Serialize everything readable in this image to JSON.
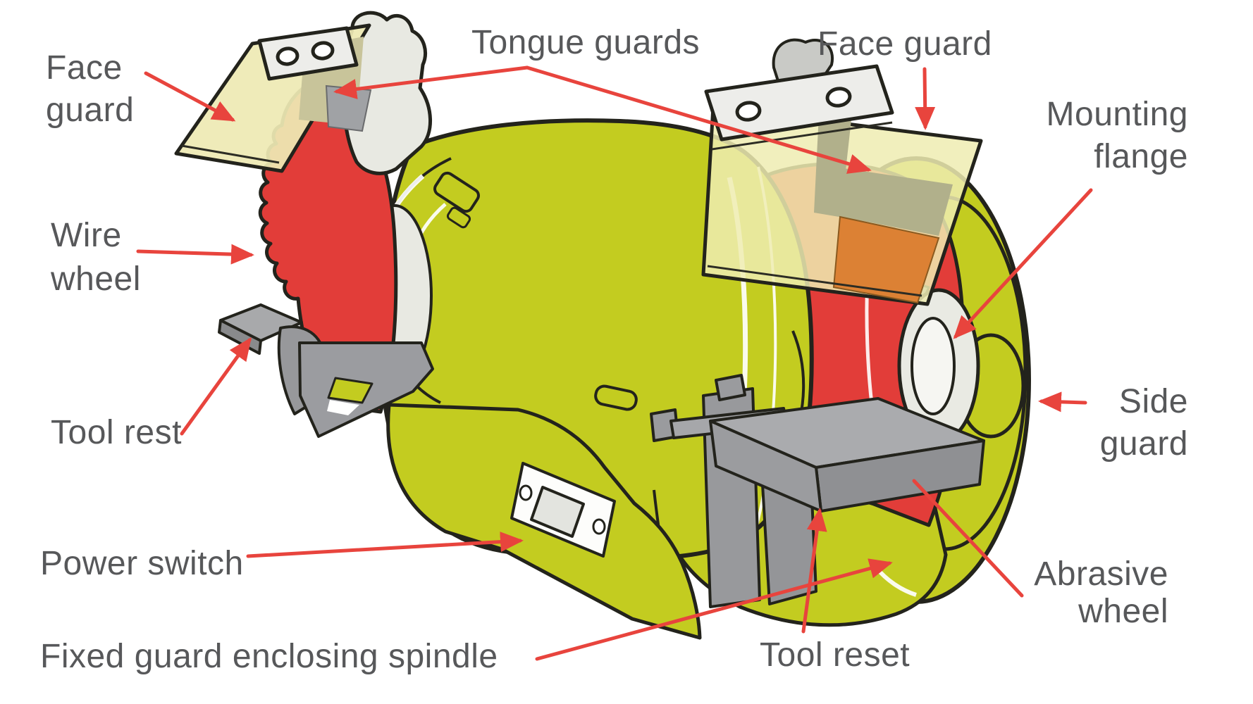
{
  "diagram": {
    "subject": "Bench grinder safety parts",
    "background": "#ffffff"
  },
  "colors": {
    "machine_body": "#c3cc20",
    "wheel_red": "#e23d39",
    "arrow_red": "#e8443d",
    "label_text": "#57585a",
    "guard_plate": "#efecb2",
    "metal_gray": "#a5a7a9",
    "light_gray": "#ededea",
    "orange_tint": "#dc8134",
    "outline": "#23231c"
  },
  "labels": {
    "face_guard_left": {
      "line1": "Face",
      "line2": "guard"
    },
    "tongue_guards": {
      "text": "Tongue guards"
    },
    "face_guard_right": {
      "text": "Face guard"
    },
    "mounting_flange": {
      "line1": "Mounting",
      "line2": "flange"
    },
    "wire_wheel": {
      "line1": "Wire",
      "line2": "wheel"
    },
    "tool_rest": {
      "text": "Tool rest"
    },
    "side_guard": {
      "line1": "Side",
      "line2": "guard"
    },
    "power_switch": {
      "text": "Power switch"
    },
    "fixed_guard": {
      "text": "Fixed guard enclosing spindle"
    },
    "tool_reset": {
      "text": "Tool reset"
    },
    "abrasive_wheel": {
      "line1": "Abrasive",
      "line2": "wheel"
    }
  }
}
